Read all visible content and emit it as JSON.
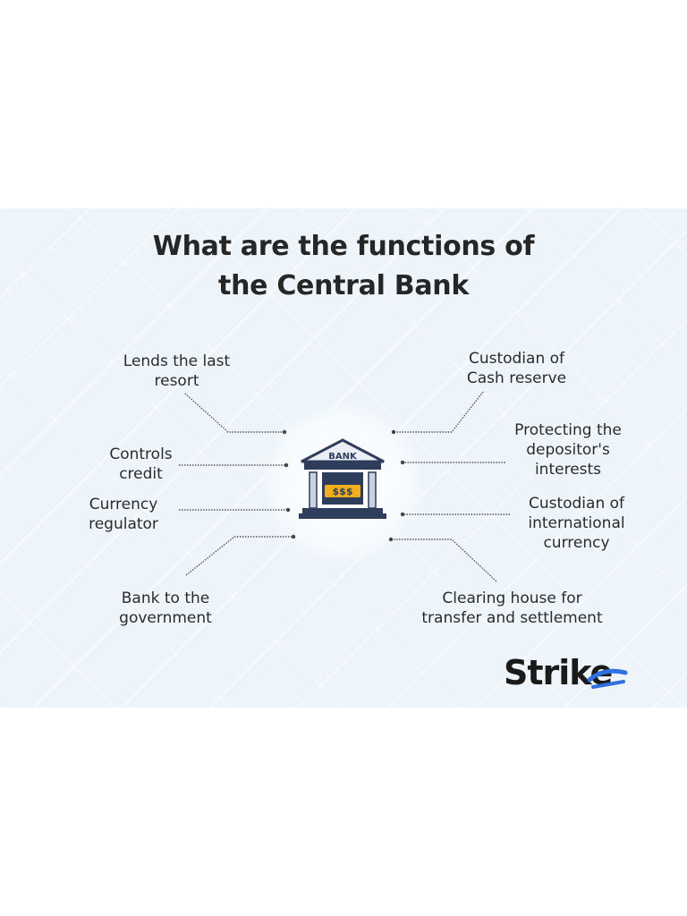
{
  "title": {
    "line1": "What are the functions of",
    "line2": "the Central Bank"
  },
  "center": {
    "sign": "BANK",
    "currency_glyphs": "$$$"
  },
  "functions": {
    "lender_of_last_resort": [
      "Lends the last",
      "resort"
    ],
    "custodian_cash_reserve": [
      "Custodian of",
      "Cash reserve"
    ],
    "controls_credit": [
      "Controls",
      "credit"
    ],
    "protecting_depositors": [
      "Protecting the",
      "depositor's",
      "interests"
    ],
    "currency_regulator": [
      "Currency",
      "regulator"
    ],
    "custodian_international_currency": [
      "Custodian of",
      "international",
      "currency"
    ],
    "bank_to_government": [
      "Bank to the",
      "government"
    ],
    "clearing_house": [
      "Clearing house for",
      "transfer and settlement"
    ]
  },
  "brand": {
    "name": "Strike",
    "accent": "#2f6fe0"
  },
  "colors": {
    "background": "#edf5fa",
    "connector": "#555555",
    "bank_navy": "#2e3d5c",
    "bank_gold": "#f2b01e"
  }
}
